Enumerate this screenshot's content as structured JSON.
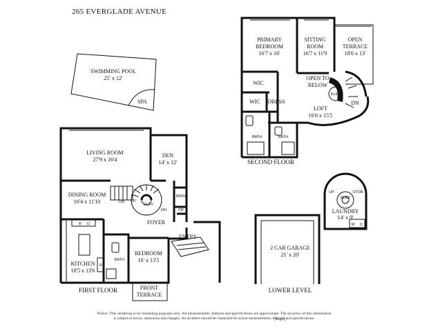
{
  "title": "265 EVERGLADE AVENUE",
  "floors": {
    "first": "FIRST FLOOR",
    "second": "SECOND FLOOR",
    "lower": "LOWER LEVEL"
  },
  "rooms": {
    "pool_name": "SWIMMING POOL",
    "pool_dim": "25' x 12'",
    "spa": "SPA",
    "living_name": "LIVING ROOM",
    "living_dim": "27'9 x 16'4",
    "den_name": "DEN",
    "den_dim": "14' x 12'",
    "dining_name": "DINING ROOM",
    "dining_dim": "16'4 x 11'10",
    "foyer": "FOYER",
    "entry": "ENTRY",
    "elev": "ELEV",
    "bath": "BATH",
    "pr": "PR",
    "up": "UP",
    "dn": "DN",
    "kitchen_name": "KITCHEN",
    "kitchen_dim": "18'5 x 13'6",
    "bedroom_name": "BEDROOM",
    "bedroom_dim": "16' x 13'5",
    "front_terrace_1": "FRONT",
    "front_terrace_2": "TERRACE",
    "r": "R",
    "o": "O",
    "primary_1": "PRIMARY",
    "primary_2": "BEDROOM",
    "primary_dim": "16'7 x 16'",
    "sitting_1": "SITTING",
    "sitting_2": "ROOM",
    "sitting_dim": "16'7 x 11'9",
    "open_terrace_1": "OPEN",
    "open_terrace_2": "TERRACE",
    "open_terrace_dim": "18'6 x 13'",
    "wic": "WIC",
    "dress": "DRESS",
    "open_below_1": "OPEN TO",
    "open_below_2": "BELOW",
    "loft_name": "LOFT",
    "loft_dim": "16'6 x 15'5",
    "garage_name": "2 CAR GARAGE",
    "garage_dim": "21' x 20'",
    "laundry_name": "LAUNDRY",
    "laundry_dim": "14' x 9'",
    "stor": "STOR",
    "w": "W",
    "d": "D"
  },
  "disclaimer_1": "Notice: This rendering is for marketing purposes only. All measurements, features and specifications are approximate. The accuracy of this information",
  "disclaimer_2": "is subject to errors, omissions and changes. An architect should be contacted for actual measurements, features and specifications.",
  "logo": "[logo]"
}
